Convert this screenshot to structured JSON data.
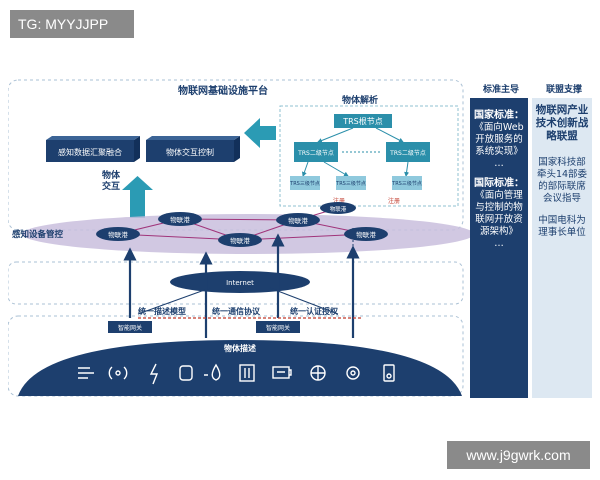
{
  "watermark_top": "TG: MYYJJPP",
  "watermark_bottom": "www.j9gwrk.com",
  "platform": {
    "title": "物联网基础设施平台",
    "object_resolution": "物体解析",
    "trs_root": "TRS根节点",
    "trs_second": [
      "TRS二级节点",
      "TRS二级节点"
    ],
    "trs_third": [
      "TRS三级节点",
      "TRS三级节点",
      "TRS三级节点"
    ],
    "register": [
      "注册",
      "注册"
    ],
    "fusion_box": "感知数据汇聚融合",
    "interaction_box": "物体交互控制",
    "interaction_label": "物体交互",
    "device_mgmt": "感知设备管控",
    "iot_hubs": [
      "物联港",
      "物联港",
      "物联港",
      "物联港",
      "物联港",
      "物联港"
    ],
    "internet": "Internet",
    "gateways": [
      "智能网关",
      "智能网关"
    ],
    "unified": [
      "统一描述模型",
      "统一通信协议",
      "统一认证授权"
    ],
    "object_desc": "物体描述"
  },
  "standards": {
    "header": "标准主导",
    "national_head": "国家标准：",
    "national_body": "《面向Web开放服务的系统实现》",
    "intl_head": "国际标准：",
    "intl_body": "《面向管理与控制的物联网开放资源架构》",
    "ellipsis": "…"
  },
  "alliance": {
    "header": "联盟支撑",
    "title": "物联网产业技术创新战略联盟",
    "support": "国家科技部牵头14部委的部际联席会议指导",
    "chair": "中国电科为理事长单位"
  },
  "colors": {
    "navy": "#1d3f6e",
    "teal": "#2b8faa",
    "purple": "#b4a6cc",
    "arrow": "#2b9bb4",
    "red": "#c0392b"
  },
  "icons": [
    "wind-icon",
    "signal-icon",
    "lightning-icon",
    "tank-icon",
    "water-drop-icon",
    "thermometer-icon",
    "battery-icon",
    "target-icon",
    "camera-icon",
    "meter-icon"
  ]
}
